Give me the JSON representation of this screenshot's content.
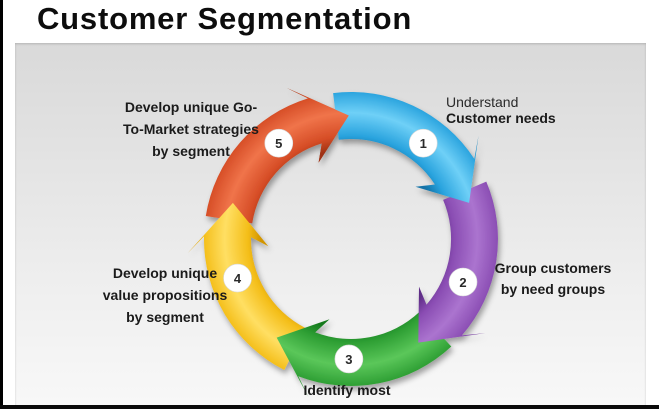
{
  "title": "Customer Segmentation",
  "frame": {
    "bar_color": "#000000",
    "panel_top": "#d9d9d9",
    "panel_bottom": "#f8f8f8"
  },
  "diagram": {
    "type": "cycle",
    "direction": "clockwise",
    "step_count": 5
  },
  "steps": [
    {
      "number": "1",
      "label_lines": [
        "Understand",
        "Customer needs"
      ],
      "color": {
        "base": "#29a3de",
        "light": "#6fd0f7",
        "dark": "#1273a8"
      }
    },
    {
      "number": "2",
      "label_lines": [
        "Group customers",
        "by need groups"
      ],
      "color": {
        "base": "#8a4db3",
        "light": "#ab74cf",
        "dark": "#5f2d87"
      }
    },
    {
      "number": "3",
      "label_lines": [
        "Identify most"
      ],
      "color": {
        "base": "#2d9e33",
        "light": "#5bc75a",
        "dark": "#15791d"
      }
    },
    {
      "number": "4",
      "label_lines": [
        "Develop unique",
        "value propositions",
        "by segment"
      ],
      "color": {
        "base": "#f4be19",
        "light": "#ffdf63",
        "dark": "#d29500"
      }
    },
    {
      "number": "5",
      "label_lines": [
        "Develop unique Go-",
        "To-Market strategies",
        "by segment"
      ],
      "color": {
        "base": "#d64d26",
        "light": "#f0744a",
        "dark": "#9e3212"
      }
    }
  ],
  "badge": {
    "fill": "#ffffff",
    "text_color": "#2a2a2a"
  }
}
